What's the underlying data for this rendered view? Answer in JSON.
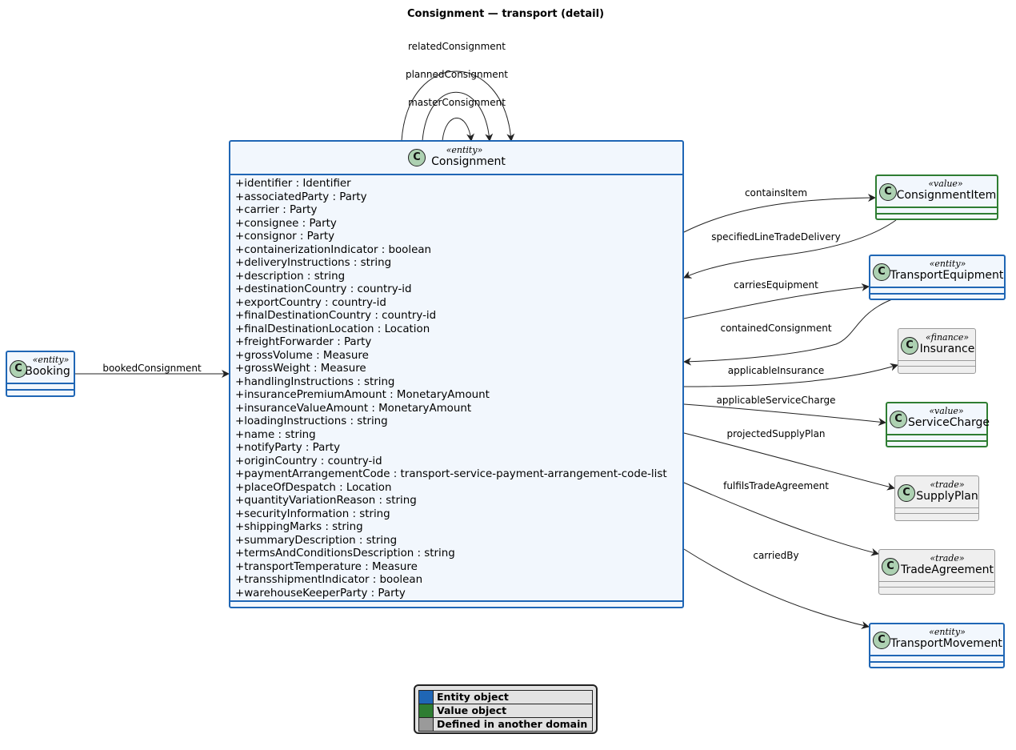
{
  "title": "Consignment — transport (detail)",
  "colors": {
    "entity_border": "#1f66b5",
    "value_border": "#2e7d32",
    "external_border": "#9a9a9a",
    "class_fill": "#f2f7fd",
    "external_fill": "#efefef",
    "class_circle": "#add1b2"
  },
  "classes": {
    "consignment": {
      "stereotype": "«entity»",
      "name": "Consignment",
      "kind": "entity"
    },
    "booking": {
      "stereotype": "«entity»",
      "name": "Booking",
      "kind": "entity"
    },
    "consignment_item": {
      "stereotype": "«value»",
      "name": "ConsignmentItem",
      "kind": "value"
    },
    "transport_equipment": {
      "stereotype": "«entity»",
      "name": "TransportEquipment",
      "kind": "entity"
    },
    "insurance": {
      "stereotype": "«finance»",
      "name": "Insurance",
      "kind": "external"
    },
    "service_charge": {
      "stereotype": "«value»",
      "name": "ServiceCharge",
      "kind": "value"
    },
    "supply_plan": {
      "stereotype": "«trade»",
      "name": "SupplyPlan",
      "kind": "external"
    },
    "trade_agreement": {
      "stereotype": "«trade»",
      "name": "TradeAgreement",
      "kind": "external"
    },
    "transport_movement": {
      "stereotype": "«entity»",
      "name": "TransportMovement",
      "kind": "entity"
    }
  },
  "class_icon_letter": "C",
  "consignment_attributes": [
    "+identifier : Identifier",
    "+associatedParty : Party",
    "+carrier : Party",
    "+consignee : Party",
    "+consignor : Party",
    "+containerizationIndicator : boolean",
    "+deliveryInstructions : string",
    "+description : string",
    "+destinationCountry : country-id",
    "+exportCountry : country-id",
    "+finalDestinationCountry : country-id",
    "+finalDestinationLocation : Location",
    "+freightForwarder : Party",
    "+grossVolume : Measure",
    "+grossWeight : Measure",
    "+handlingInstructions : string",
    "+insurancePremiumAmount : MonetaryAmount",
    "+insuranceValueAmount : MonetaryAmount",
    "+loadingInstructions : string",
    "+name : string",
    "+notifyParty : Party",
    "+originCountry : country-id",
    "+paymentArrangementCode : transport-service-payment-arrangement-code-list",
    "+placeOfDespatch : Location",
    "+quantityVariationReason : string",
    "+securityInformation : string",
    "+shippingMarks : string",
    "+summaryDescription : string",
    "+termsAndConditionsDescription : string",
    "+transportTemperature : Measure",
    "+transshipmentIndicator : boolean",
    "+warehouseKeeperParty : Party"
  ],
  "edges": [
    {
      "label": "relatedConsignment",
      "from": "Consignment",
      "to": "Consignment"
    },
    {
      "label": "plannedConsignment",
      "from": "Consignment",
      "to": "Consignment"
    },
    {
      "label": "masterConsignment",
      "from": "Consignment",
      "to": "Consignment"
    },
    {
      "label": "bookedConsignment",
      "from": "Booking",
      "to": "Consignment"
    },
    {
      "label": "containsItem",
      "from": "Consignment",
      "to": "ConsignmentItem"
    },
    {
      "label": "specifiedLineTradeDelivery",
      "from": "ConsignmentItem",
      "to": "Consignment"
    },
    {
      "label": "carriesEquipment",
      "from": "Consignment",
      "to": "TransportEquipment"
    },
    {
      "label": "containedConsignment",
      "from": "TransportEquipment",
      "to": "Consignment"
    },
    {
      "label": "applicableInsurance",
      "from": "Consignment",
      "to": "Insurance"
    },
    {
      "label": "applicableServiceCharge",
      "from": "Consignment",
      "to": "ServiceCharge"
    },
    {
      "label": "projectedSupplyPlan",
      "from": "Consignment",
      "to": "SupplyPlan"
    },
    {
      "label": "fulfilsTradeAgreement",
      "from": "Consignment",
      "to": "TradeAgreement"
    },
    {
      "label": "carriedBy",
      "from": "Consignment",
      "to": "TransportMovement"
    }
  ],
  "legend": [
    {
      "label": "Entity object",
      "color": "#1f66b5"
    },
    {
      "label": "Value object",
      "color": "#2e7d32"
    },
    {
      "label": "Defined in another domain",
      "color": "#9a9a9a"
    }
  ]
}
